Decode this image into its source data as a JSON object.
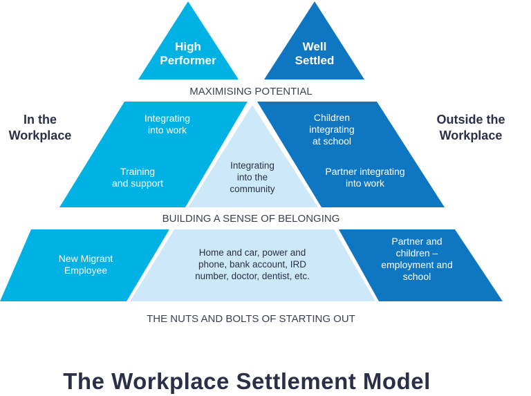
{
  "colors": {
    "light_blue": "#00b2e3",
    "dark_blue": "#0f77c2",
    "pale_blue": "#cde8f8",
    "text_dark": "#2b3046"
  },
  "top": {
    "high_performer": [
      "High",
      "Performer"
    ],
    "well_settled": [
      "Well",
      "Settled"
    ],
    "level_label": "MAXIMISING POTENTIAL"
  },
  "middle": {
    "work_left": {
      "line1": [
        "Integrating",
        "into work"
      ],
      "line2": [
        "Training",
        "and support"
      ]
    },
    "community": [
      "Integrating",
      "into the",
      "community"
    ],
    "outside_right": {
      "line1": [
        "Children",
        "integrating",
        "at school"
      ],
      "line2": [
        "Partner integrating",
        "into work"
      ]
    },
    "level_label": "BUILDING A SENSE OF BELONGING"
  },
  "bottom": {
    "left": [
      "New Migrant",
      "Employee"
    ],
    "center": [
      "Home and car, power and",
      "phone, bank account, IRD",
      "number, doctor, dentist, etc."
    ],
    "right": [
      "Partner and",
      "children –",
      "employment and",
      "school"
    ],
    "level_label": "THE NUTS AND BOLTS OF STARTING OUT"
  },
  "side_labels": {
    "left": [
      "In the",
      "Workplace"
    ],
    "right": [
      "Outside the",
      "Workplace"
    ]
  },
  "title": "The Workplace Settlement Model"
}
